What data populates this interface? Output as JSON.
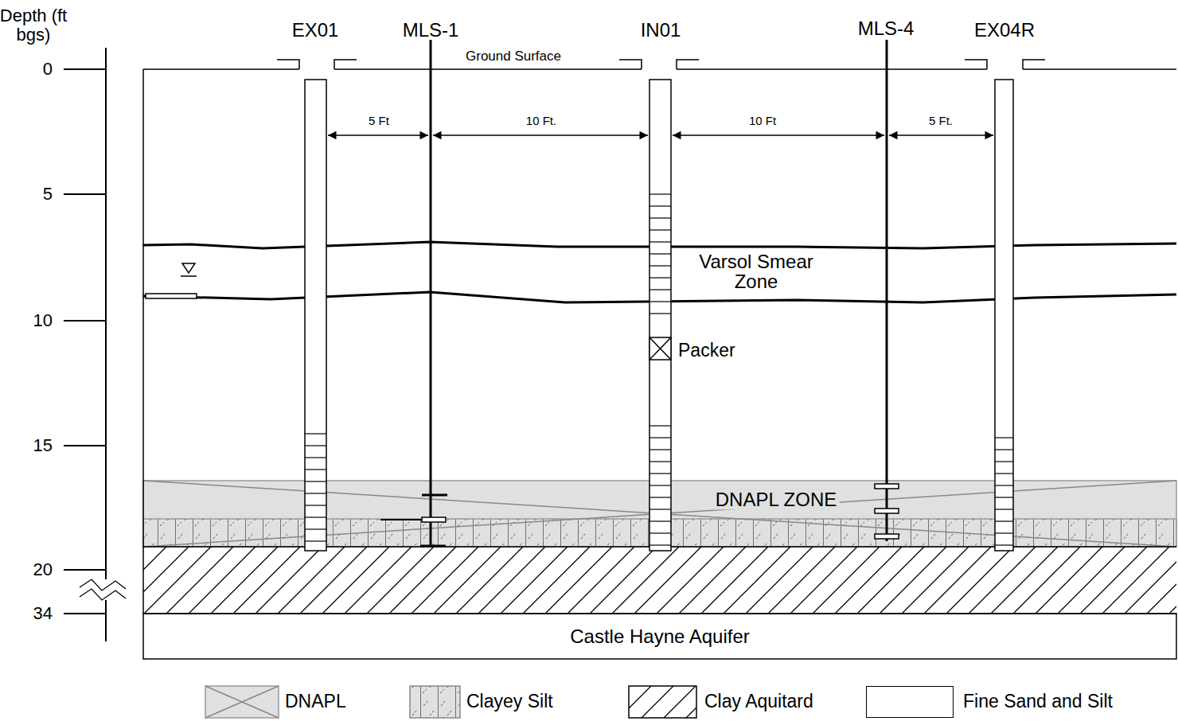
{
  "diagram": {
    "nodes": [
      {
        "text": [
          "Varsol Smear Zone"
        ]
      },
      {
        "text": [
          "DNAPL ZONE"
        ]
      },
      {
        "text": [
          "Castle Hayne Aquifer"
        ]
      }
    ],
    "labels": [
      "Depth (ft bgs)",
      "0",
      "5",
      "10",
      "15",
      "20",
      "34",
      "EX01",
      "MLS-1",
      "IN01",
      "MLS-4",
      "EX04R",
      "Ground Surface",
      "5 Ft",
      "10 Ft.",
      "10 Ft",
      "5 Ft.",
      "Packer"
    ],
    "legend": [
      {
        "text": "DNAPL"
      },
      {
        "text": "Clayey Silt"
      },
      {
        "text": "Clay Aquitard"
      },
      {
        "text": "Fine Sand and Silt",
        "color": "#ffffff"
      }
    ]
  }
}
